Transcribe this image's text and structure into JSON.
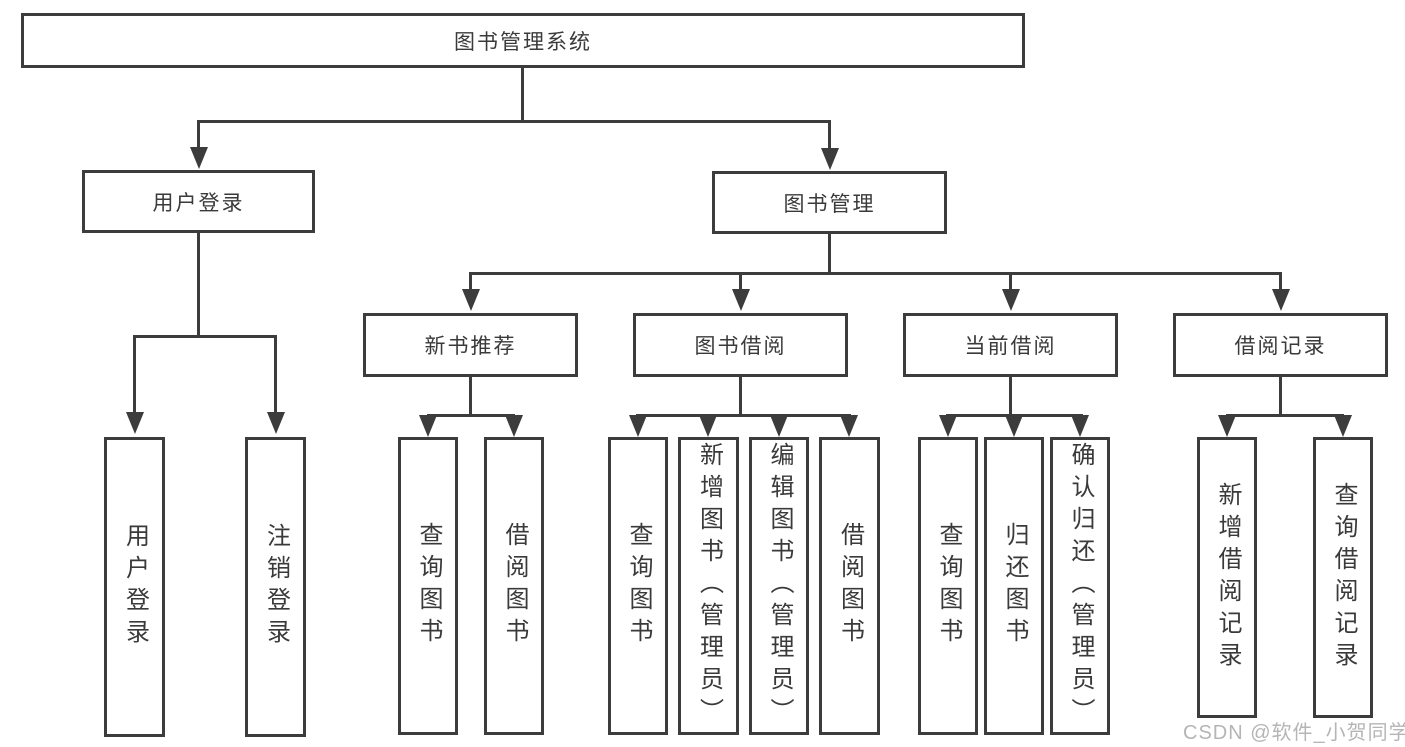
{
  "tree": {
    "label": "图书管理系统",
    "children": [
      {
        "label": "用户登录",
        "children": [
          {
            "label": "用户登录"
          },
          {
            "label": "注销登录"
          }
        ]
      },
      {
        "label": "图书管理",
        "children": [
          {
            "label": "新书推荐",
            "children": [
              {
                "label": "查询图书"
              },
              {
                "label": "借阅图书"
              }
            ]
          },
          {
            "label": "图书借阅",
            "children": [
              {
                "label": "查询图书"
              },
              {
                "label": "新增图书（管理员）"
              },
              {
                "label": "编辑图书（管理员）"
              },
              {
                "label": "借阅图书"
              }
            ]
          },
          {
            "label": "当前借阅",
            "children": [
              {
                "label": "查询图书"
              },
              {
                "label": "归还图书"
              },
              {
                "label": "确认归还（管理员）"
              }
            ]
          },
          {
            "label": "借阅记录",
            "children": [
              {
                "label": "新增借阅记录"
              },
              {
                "label": "查询借阅记录"
              }
            ]
          }
        ]
      }
    ]
  },
  "watermark": "CSDN @软件_小贺同学",
  "colors": {
    "line": "#3C3C3C",
    "text": "#3A3A3A",
    "background": "#FFFFFF",
    "watermark": "#B5B5B5"
  }
}
